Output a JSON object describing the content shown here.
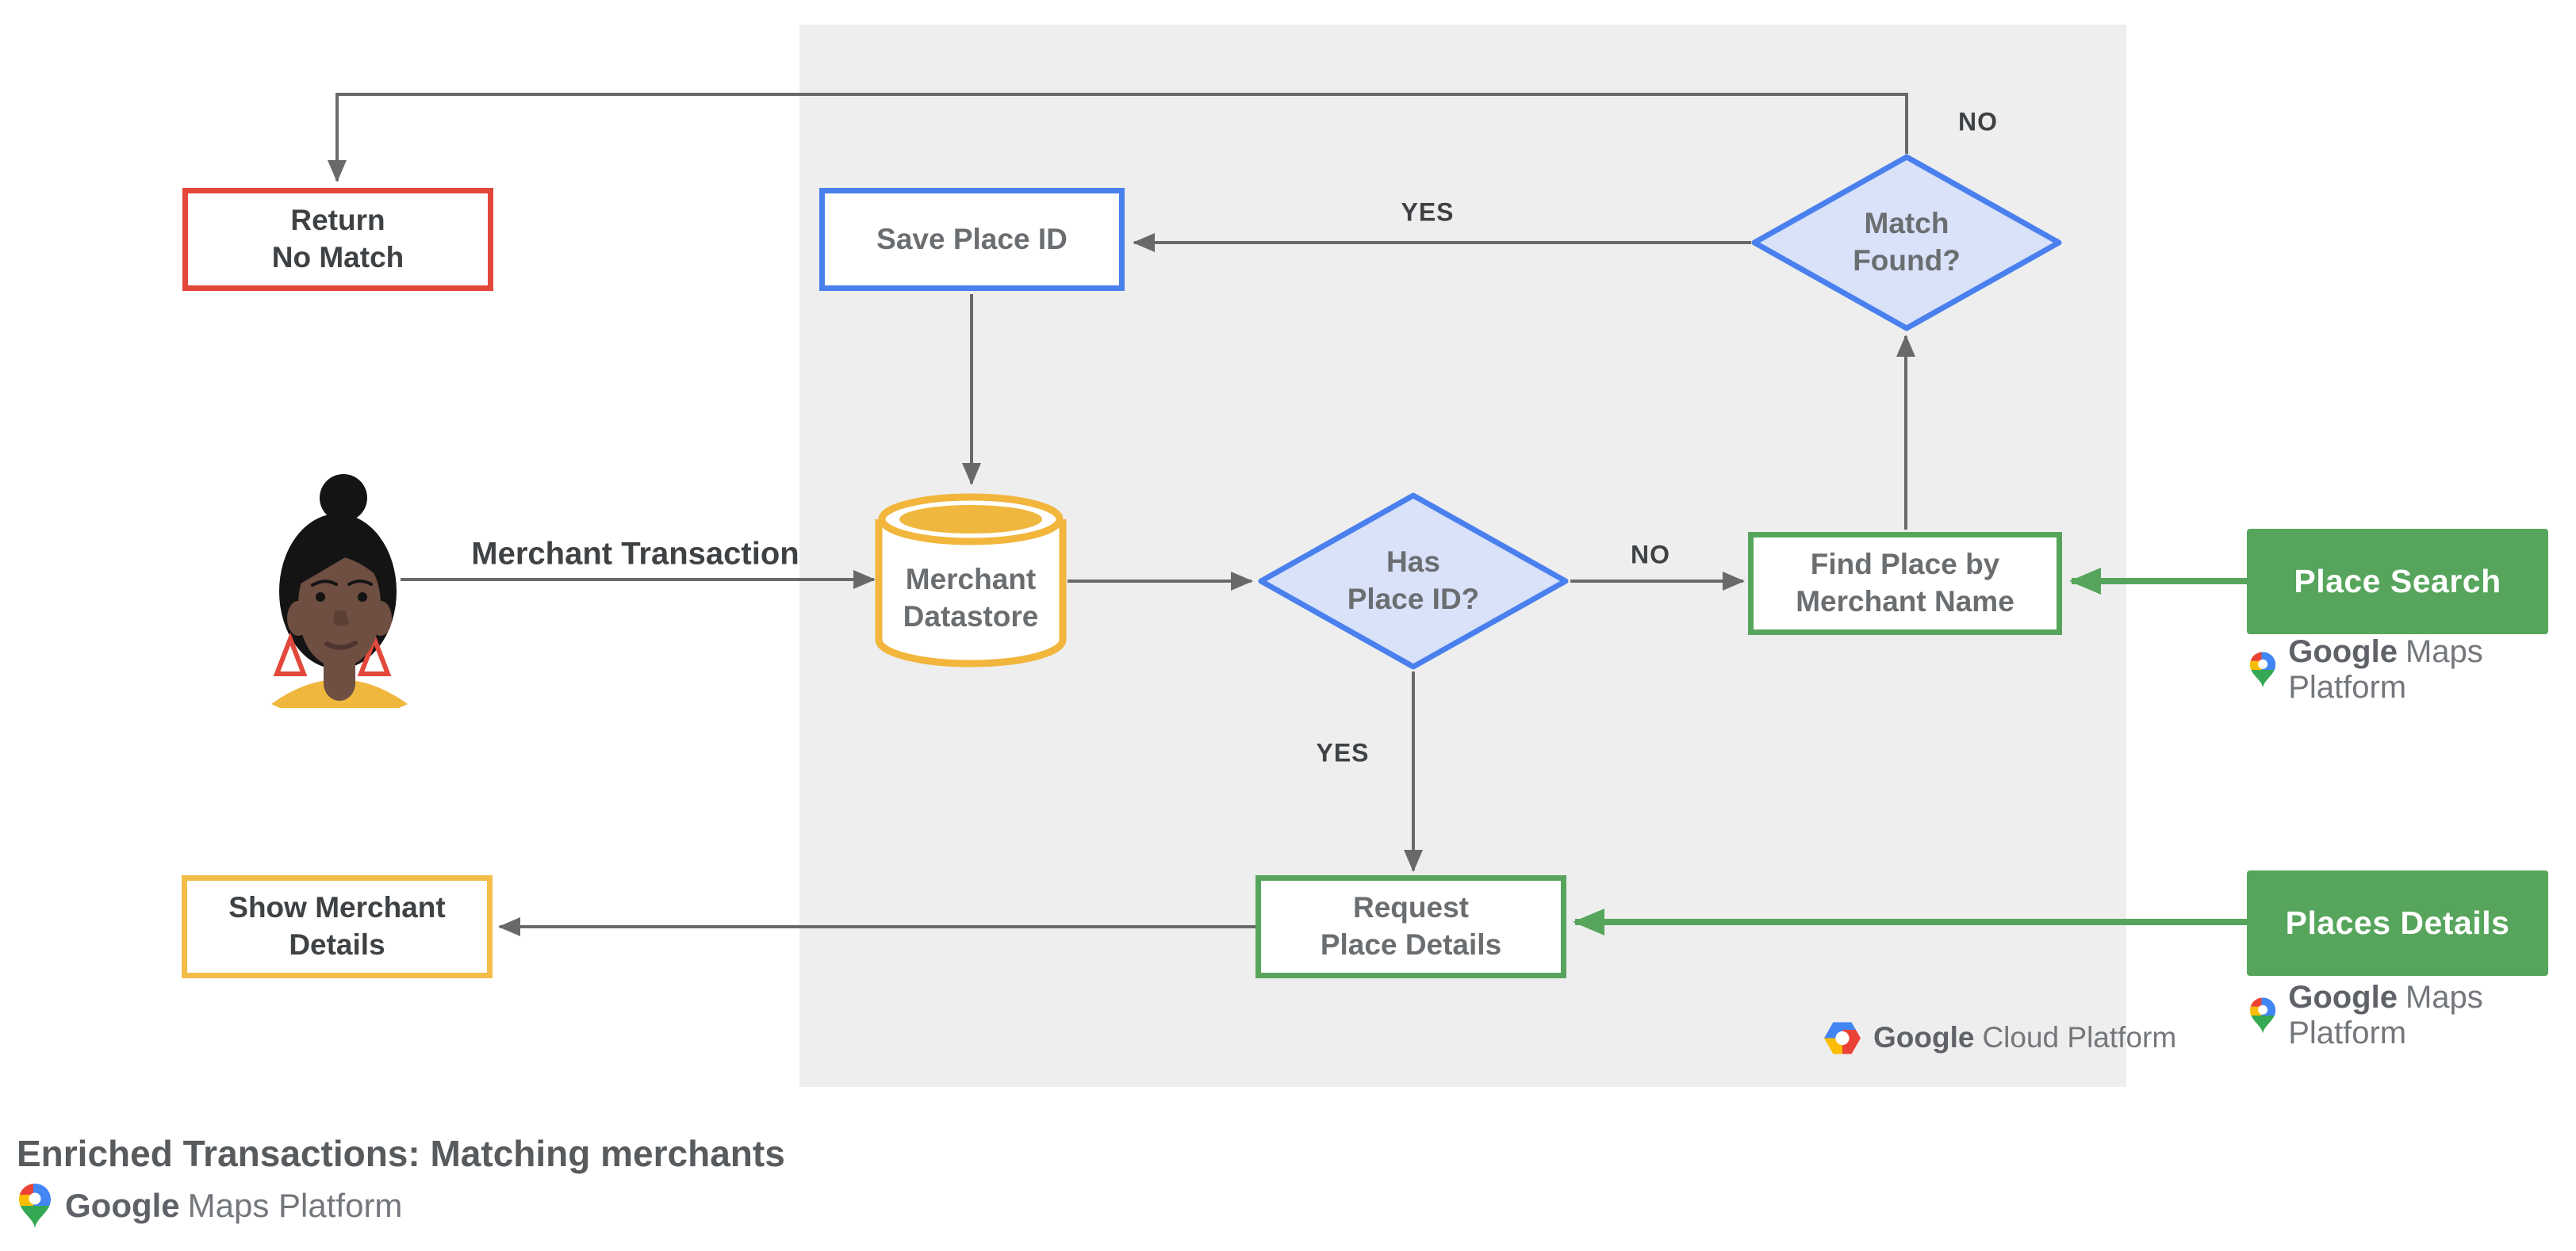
{
  "diagram": {
    "nodes": {
      "return_no_match": "Return\nNo Match",
      "save_place_id": "Save Place ID",
      "match_found": "Match\nFound?",
      "merchant_datastore": "Merchant\nDatastore",
      "has_place_id": "Has\nPlace ID?",
      "find_place_by_merchant_name": "Find Place by\nMerchant Name",
      "request_place_details": "Request\nPlace Details",
      "show_merchant_details": "Show Merchant\nDetails"
    },
    "edge_labels": {
      "match_found_no": "NO",
      "match_found_yes": "YES",
      "has_place_id_no": "NO",
      "has_place_id_yes": "YES",
      "merchant_transaction": "Merchant Transaction"
    },
    "api_cards": {
      "place_search": "Place Search",
      "places_details": "Places Details"
    }
  },
  "branding": {
    "google": "Google",
    "maps_platform": "Maps Platform",
    "cloud_platform": "Cloud Platform"
  },
  "footer": {
    "title": "Enriched Transactions: Matching merchants"
  },
  "colors": {
    "red": "#E2483B",
    "blue_border": "#4A80EE",
    "blue_fill": "#D9E2F9",
    "yellow": "#F2BD49",
    "green": "#57A55C",
    "wire_gray": "#696969",
    "panel_gray": "#EEEEEE"
  }
}
